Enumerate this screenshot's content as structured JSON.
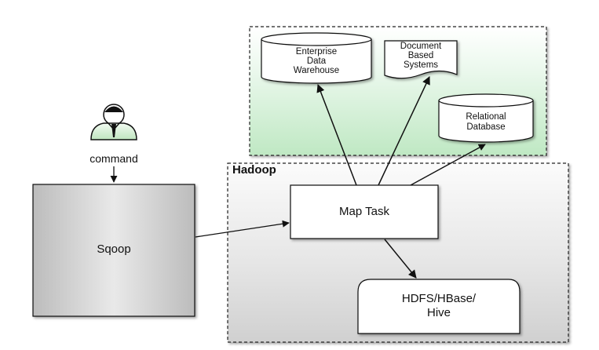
{
  "diagram": {
    "user": {
      "icon": "user-icon",
      "command_label": "command"
    },
    "sqoop": {
      "label": "Sqoop"
    },
    "hadoop": {
      "title": "Hadoop",
      "map_task": "Map Task",
      "storage": "HDFS/HBase/\nHive"
    },
    "targets": {
      "enterprise_dw": "Enterprise\nData\nWarehouse",
      "document_systems": "Document\nBased\nSystems",
      "relational_db": "Relational\nDatabase"
    },
    "colors": {
      "green_region": "#d9f2dc",
      "hadoop_region": "#e6e6e6",
      "sqoop_box": "#c8c8c8",
      "user_body": "#dff3df",
      "stroke": "#111111"
    }
  }
}
